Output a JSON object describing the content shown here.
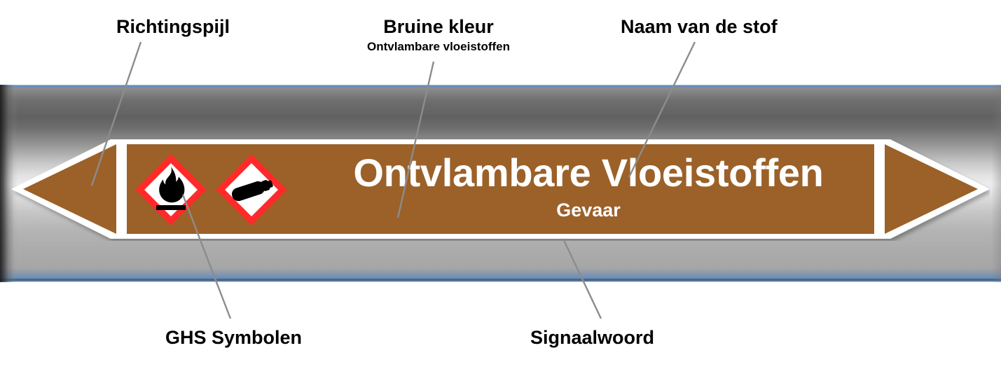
{
  "diagram": {
    "type": "pipe-marker-annotated-diagram",
    "language": "nl"
  },
  "pipe": {
    "name": "industrial-pipe",
    "body_color": "#a8a8a8",
    "edge_line_color": "#35587f"
  },
  "marker": {
    "brown_color": "#9b6129",
    "border_color": "#ffffff",
    "substance_name": "Ontvlambare Vloeistoffen",
    "signal_word": "Gevaar",
    "arrow_left_name": "direction-arrow-left",
    "arrow_right_name": "direction-arrow-right",
    "pictograms": [
      {
        "id": "ghs02",
        "name": "flame-over-line-pictogram",
        "label": "GHS02 Flame",
        "border_color": "#ff2a2a",
        "fill_color": "#ffffff",
        "symbol_color": "#000000"
      },
      {
        "id": "ghs04",
        "name": "gas-cylinder-pictogram",
        "label": "GHS04 Gas cylinder",
        "border_color": "#ff2a2a",
        "fill_color": "#ffffff",
        "symbol_color": "#000000"
      }
    ]
  },
  "callouts": {
    "direction_arrow": {
      "title": "Richtingspijl",
      "subtitle": ""
    },
    "brown_color": {
      "title": "Bruine kleur",
      "subtitle": "Ontvlambare vloeistoffen"
    },
    "substance_name": {
      "title": "Naam van de stof",
      "subtitle": ""
    },
    "ghs_symbols": {
      "title": "GHS Symbolen",
      "subtitle": ""
    },
    "signal_word": {
      "title": "Signaalwoord",
      "subtitle": ""
    }
  },
  "leader_line_color": "#8c8c8c"
}
